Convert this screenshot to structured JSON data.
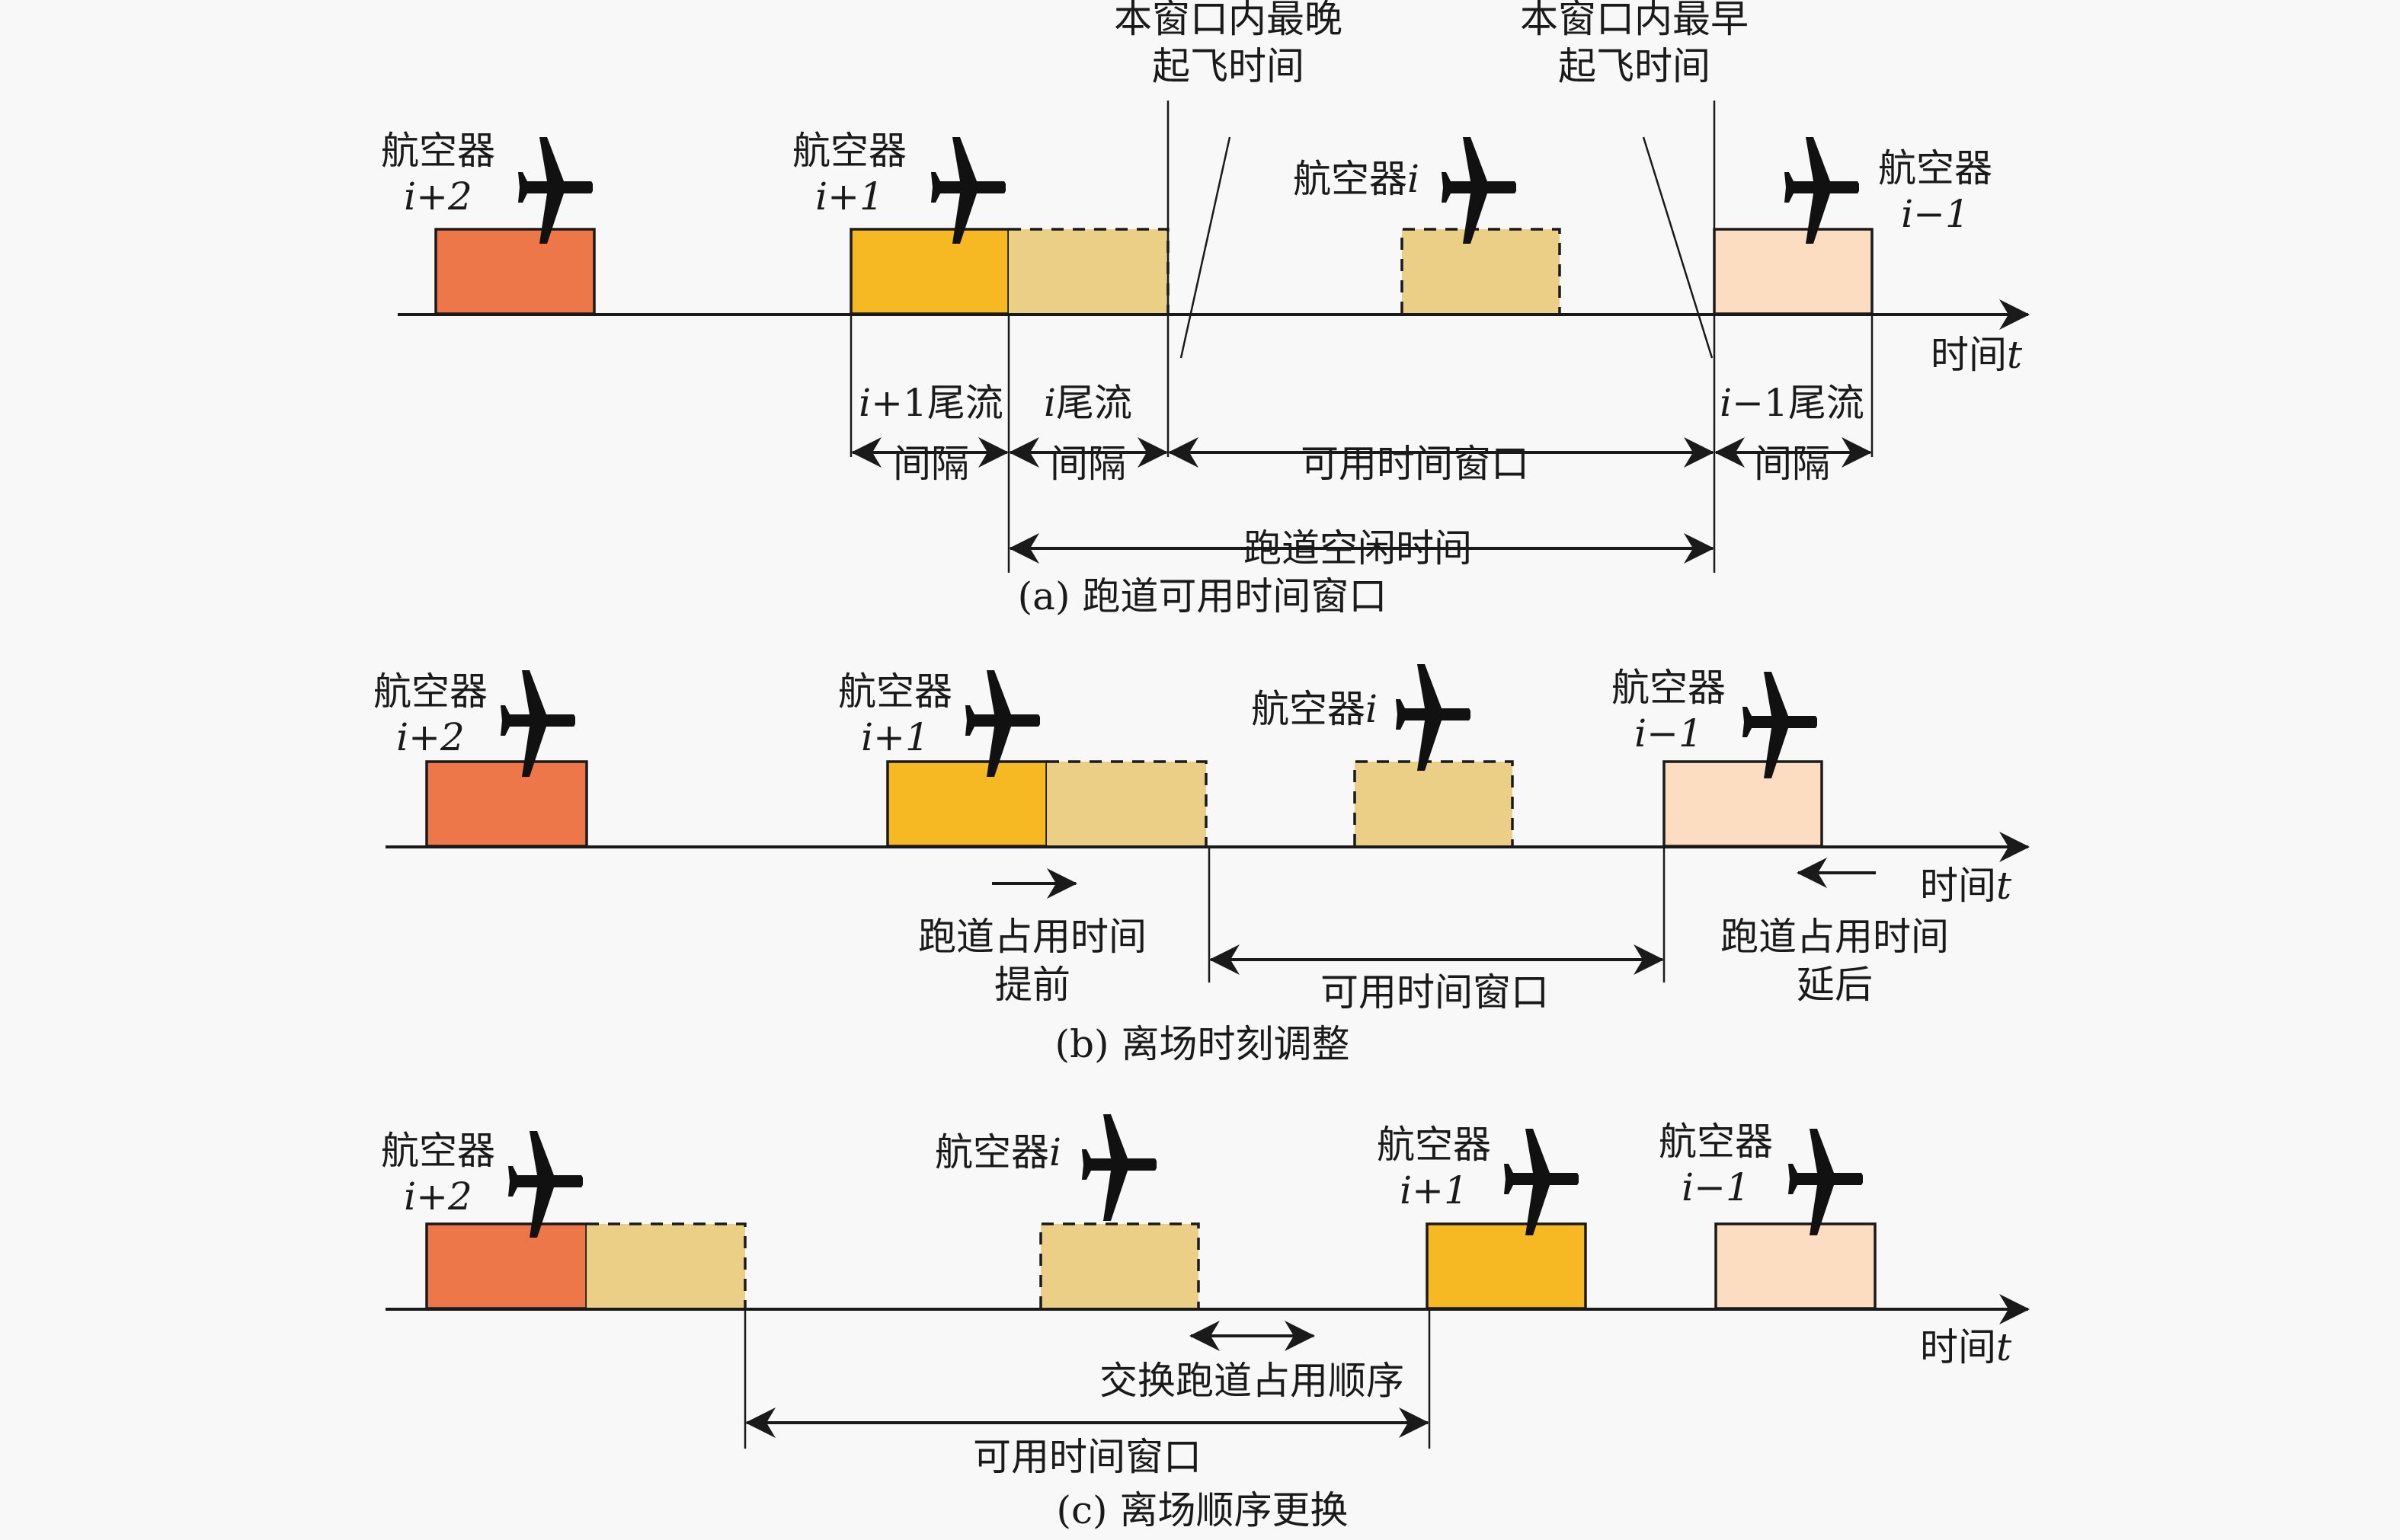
{
  "colors": {
    "background": "#f8f8f8",
    "aircraft_i_plus_2": "#ee774a",
    "aircraft_i_plus_1": "#f6b924",
    "wake_interval": "#ebcf87",
    "aircraft_i_minus_1": "#fdddc1",
    "line": "#1a1a1a"
  },
  "common": {
    "aircraft_word": "航空器",
    "time_axis_label": "时间",
    "time_axis_symbol": "t",
    "idx_i": "i",
    "idx_i_plus_1": "i+1",
    "idx_i_plus_2": "i+2",
    "idx_i_minus_1": "i−1"
  },
  "panel_a": {
    "caption": "(a) 跑道可用时间窗口",
    "latest_takeoff_line1": "本窗口内最晚",
    "latest_takeoff_line2": "起飞时间",
    "earliest_takeoff_line1": "本窗口内最早",
    "earliest_takeoff_line2": "起飞时间",
    "wake_i_plus_1": "i+1尾流",
    "wake_i": "i尾流",
    "wake_i_minus_1": "i−1尾流",
    "interval": "间隔",
    "available_window": "可用时间窗口",
    "runway_idle_time": "跑道空闲时间",
    "sequence": [
      "i+2",
      "i+1",
      "i",
      "i−1"
    ]
  },
  "panel_b": {
    "caption": "(b) 离场时刻调整",
    "advance_line1": "跑道占用时间",
    "advance_line2": "提前",
    "delay_line1": "跑道占用时间",
    "delay_line2": "延后",
    "available_window": "可用时间窗口",
    "sequence": [
      "i+2",
      "i+1",
      "i",
      "i−1"
    ]
  },
  "panel_c": {
    "caption": "(c) 离场顺序更换",
    "swap_label": "交换跑道占用顺序",
    "available_window": "可用时间窗口",
    "sequence": [
      "i+2",
      "i",
      "i+1",
      "i−1"
    ]
  }
}
